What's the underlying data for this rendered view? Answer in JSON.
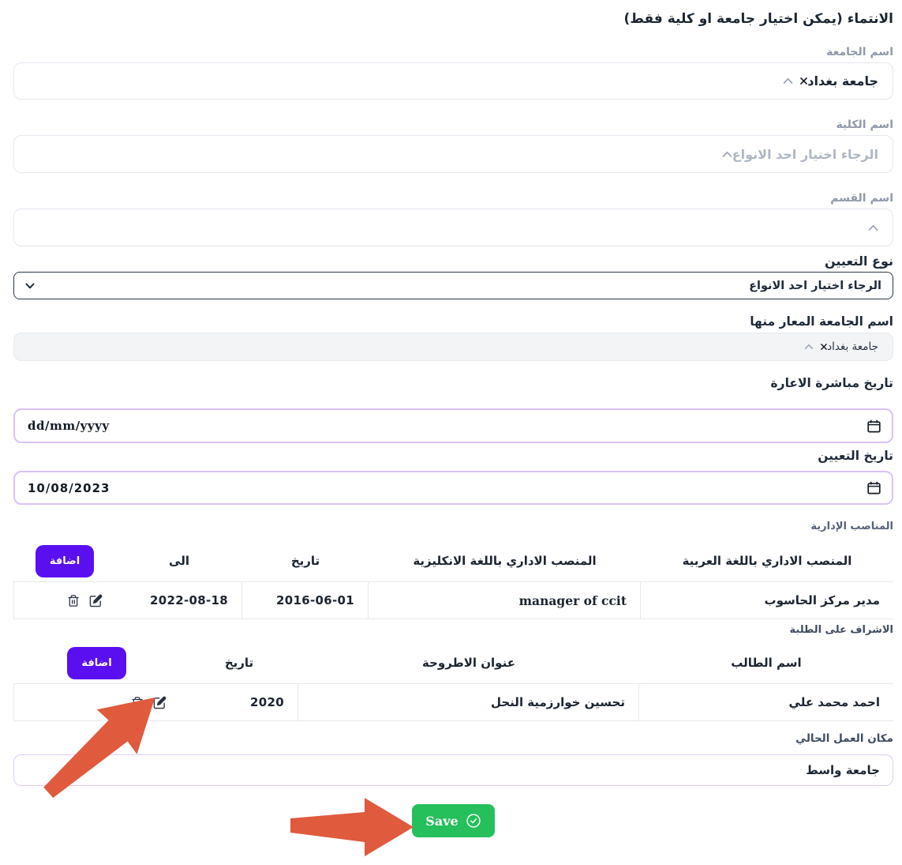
{
  "header": {
    "title": "الانتماء (يمكن اختيار جامعة او كلية فقط)"
  },
  "fields": {
    "university": {
      "label": "اسم الجامعة",
      "value": "جامعة بغداد"
    },
    "college": {
      "label": "اسم الكلية",
      "placeholder": "الرجاء اختيار احد الانواع"
    },
    "department": {
      "label": "اسم القسم",
      "value": ""
    },
    "appointment_type": {
      "label": "نوع التعيين",
      "selected_option": "الرجاء اختيار احد الانواع"
    },
    "loaned_university": {
      "label": "اسم الجامعة المعار منها",
      "value": "جامعة بغداد"
    },
    "loan_start_date": {
      "label": "تاريخ مباشرة الاعارة",
      "value": "dd/mm/yyyy"
    },
    "appointment_date": {
      "label": "تاريخ التعيين",
      "value": "10/08/2023"
    },
    "current_workplace": {
      "label": "مكان العمل الحالي",
      "value": "جامعة واسط"
    }
  },
  "admin_positions": {
    "section_label": "المناصب الإدارية",
    "add_button_label": "اضافة",
    "columns": [
      "المنصب الاداري باللغة العربية",
      "المنصب الاداري باللغة الانكليزية",
      "تاريخ",
      "الى"
    ],
    "rows": [
      {
        "position_ar": "مدير مركز الحاسوب",
        "position_en": "manager of ccit",
        "date_from": "2016-06-01",
        "date_to": "2022-08-18"
      }
    ]
  },
  "student_supervision": {
    "section_label": "الاشراف على الطلبة",
    "add_button_label": "اضافة",
    "columns": [
      "اسم الطالب",
      "عنوان الاطروحة",
      "تاريخ"
    ],
    "rows": [
      {
        "student_name": "احمد محمد علي",
        "thesis_title": "تحسين خوارزمية النحل",
        "date": "2020"
      }
    ]
  },
  "actions": {
    "save_label": "Save"
  },
  "colors": {
    "accent_purple": "#5a0ff0",
    "save_green": "#25bf5b",
    "arrow_orange": "#e05a3d",
    "date_border_purple": "#d9c2f8",
    "input_border": "#e3e7ee",
    "text_dark": "#1b2633",
    "label_gray": "#8f99aa"
  }
}
